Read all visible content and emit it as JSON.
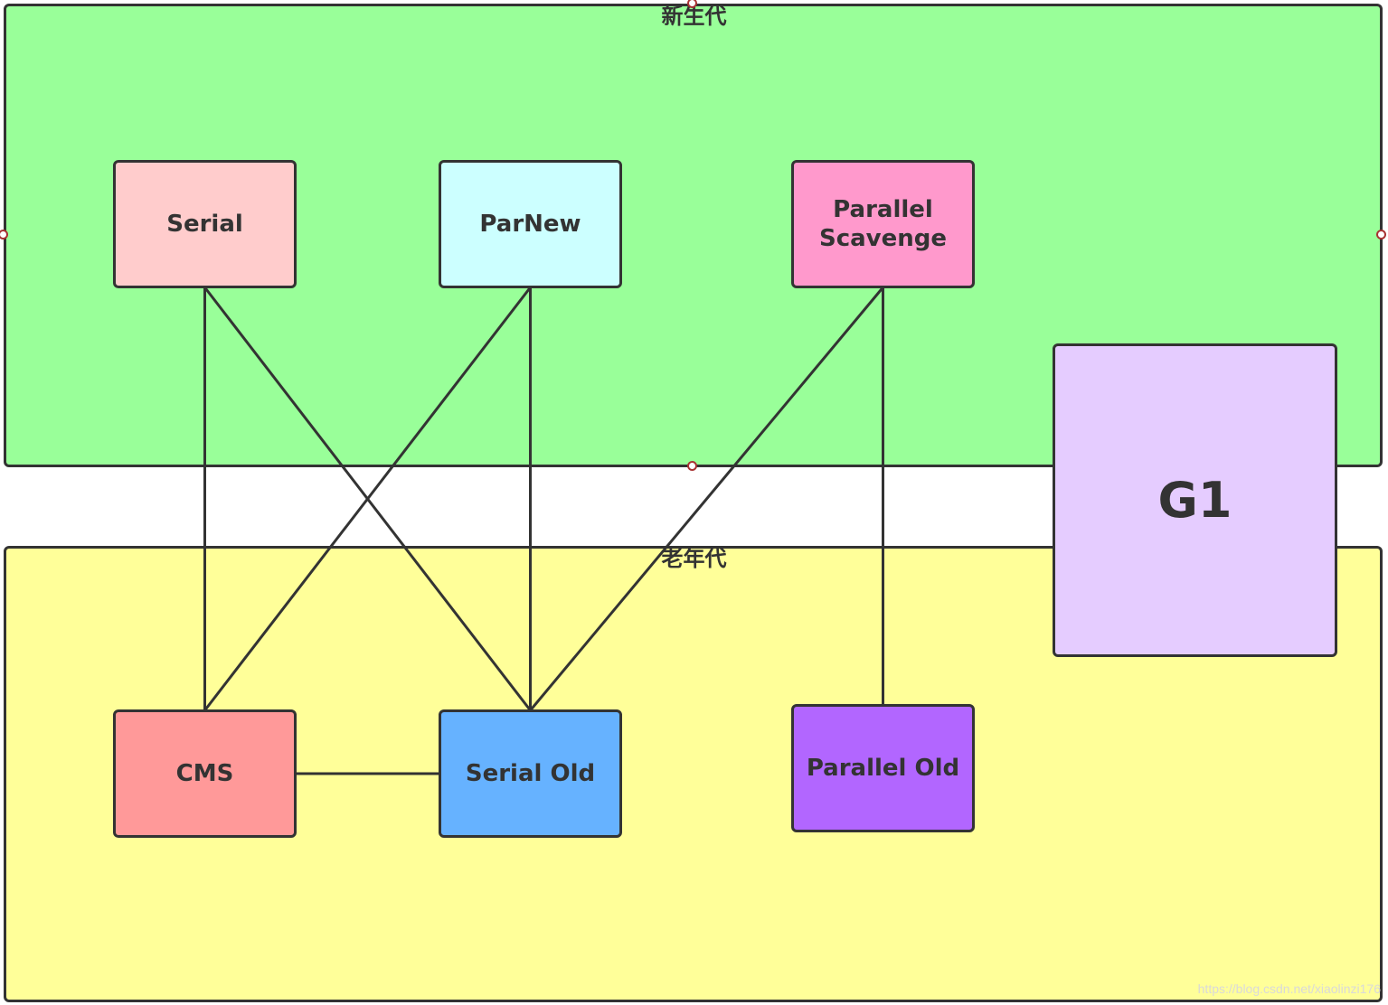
{
  "regions": {
    "young_generation": {
      "label": "新生代",
      "fill": "#99ff99"
    },
    "old_generation": {
      "label": "老年代",
      "fill": "#ffff99"
    }
  },
  "collectors": {
    "serial": {
      "label": "Serial",
      "fill": "#ffcccc"
    },
    "parnew": {
      "label": "ParNew",
      "fill": "#ccffff"
    },
    "parallel_scavenge": {
      "label": "Parallel\nScavenge",
      "fill": "#ff99cc"
    },
    "cms": {
      "label": "CMS",
      "fill": "#ff9999"
    },
    "serial_old": {
      "label": "Serial Old",
      "fill": "#66b2ff"
    },
    "parallel_old": {
      "label": "Parallel Old",
      "fill": "#b266ff"
    },
    "g1": {
      "label": "G1",
      "fill": "#e5ccff"
    }
  },
  "connections": [
    [
      "serial",
      "cms"
    ],
    [
      "serial",
      "serial_old"
    ],
    [
      "parnew",
      "cms"
    ],
    [
      "parnew",
      "serial_old"
    ],
    [
      "parallel_scavenge",
      "serial_old"
    ],
    [
      "parallel_scavenge",
      "parallel_old"
    ],
    [
      "cms",
      "serial_old"
    ]
  ],
  "line_color": "#333333",
  "watermark": "https://blog.csdn.net/xiaolinzi176"
}
